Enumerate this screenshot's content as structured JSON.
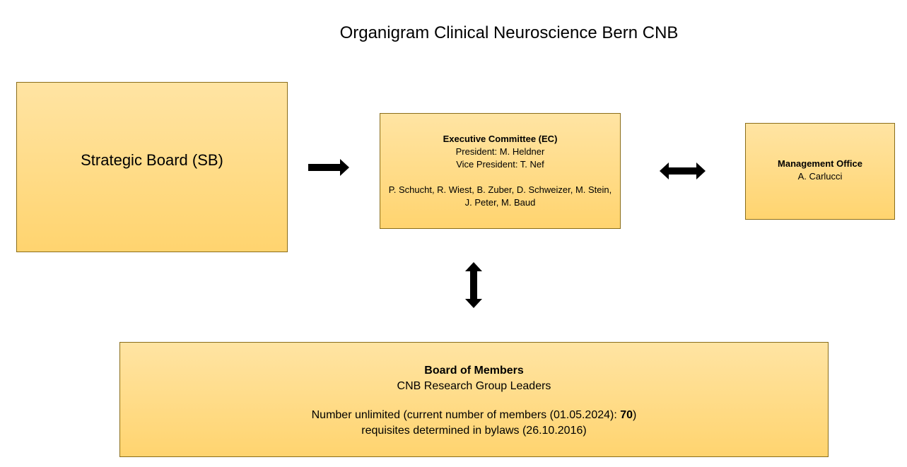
{
  "title": "Organigram Clinical Neuroscience Bern CNB",
  "strategic_board": {
    "label": "Strategic Board (SB)"
  },
  "executive_committee": {
    "heading": "Executive Committee (EC)",
    "president": "President: M. Heldner",
    "vice_president": "Vice President: T. Nef",
    "members_line1": "P. Schucht, R. Wiest, B. Zuber, D. Schweizer, M. Stein,",
    "members_line2": "J. Peter, M. Baud"
  },
  "management_office": {
    "heading": "Management Office",
    "person": "A. Carlucci"
  },
  "board_of_members": {
    "heading": "Board of Members",
    "subheading": "CNB Research Group Leaders",
    "count_prefix": "Number unlimited (current number of members (01.05.2024): ",
    "count_value": "70",
    "count_suffix": ")",
    "requisites": "requisites determined in bylaws (26.10.2016)"
  },
  "colors": {
    "box_fill_top": "#ffe4a3",
    "box_fill_bottom": "#ffd46f",
    "box_border": "#8a6d1a",
    "arrow": "#000000"
  }
}
